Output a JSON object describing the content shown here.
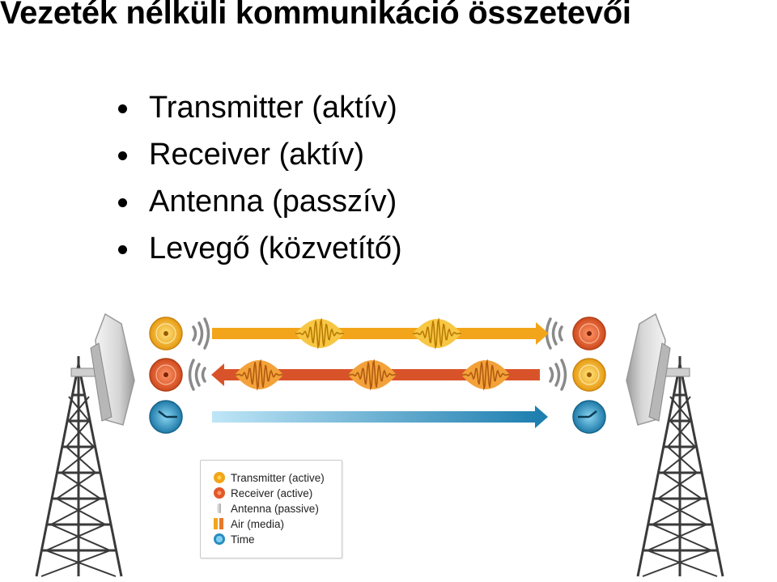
{
  "slide": {
    "title": "Vezeték nélküli kommunikáció összetevői",
    "bullets": [
      "Transmitter (aktív)",
      "Receiver (aktív)",
      "Antenna (passzív)",
      "Levegő (közvetítő)"
    ]
  },
  "legend": {
    "items": [
      {
        "label": "Transmitter (active)",
        "icon": "transmitter-icon"
      },
      {
        "label": "Receiver (active)",
        "icon": "receiver-icon"
      },
      {
        "label": "Antenna (passive)",
        "icon": "antenna-icon"
      },
      {
        "label": "Air (media)",
        "icon": "air-icon"
      },
      {
        "label": "Time",
        "icon": "clock-icon"
      }
    ]
  },
  "colors": {
    "transmitter": "#f2a51a",
    "receiver": "#e2582a",
    "time": "#2a8cbf",
    "arrow_rx": "#d9532a"
  }
}
